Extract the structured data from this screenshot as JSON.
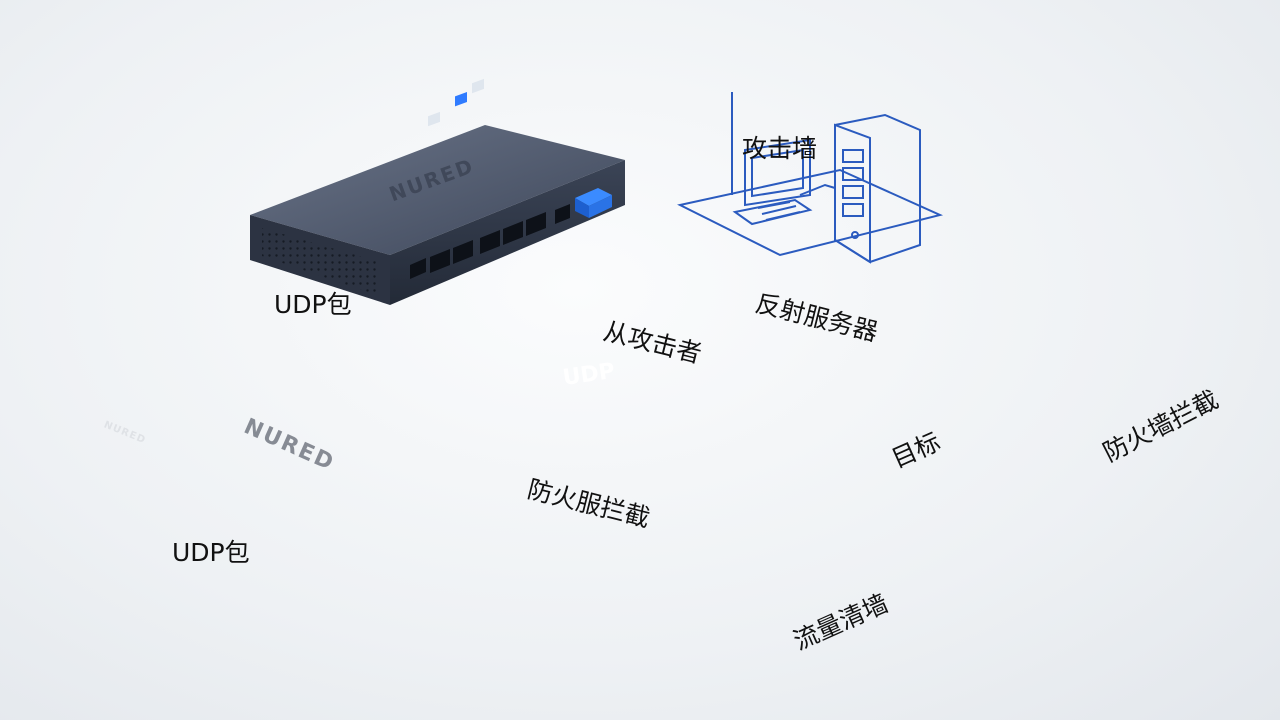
{
  "labels": {
    "udp_packet_top": "UDP包",
    "udp_packet_bottom": "UDP包",
    "from_attacker": "从攻击者",
    "udp_box": "UDP",
    "reflection_server": "反射服务器",
    "attack_wall": "攻击墙",
    "target": "目标",
    "firewall_block_right": "防火墙拦截",
    "firewall_block_left": "防火服拦截",
    "traffic_scrubber": "流量清墙"
  },
  "brand": {
    "switch_logo": "NURED",
    "box_logo": "NURED",
    "box_side_text": "NURED"
  },
  "colors": {
    "arrow_blue": "#1f63e6",
    "flow_cyan": "#4fd8f5",
    "udp_box_blue": "#1a8ae8",
    "line_art": "#2b5bbf",
    "tower_red_stripe": "#d22a2a"
  }
}
